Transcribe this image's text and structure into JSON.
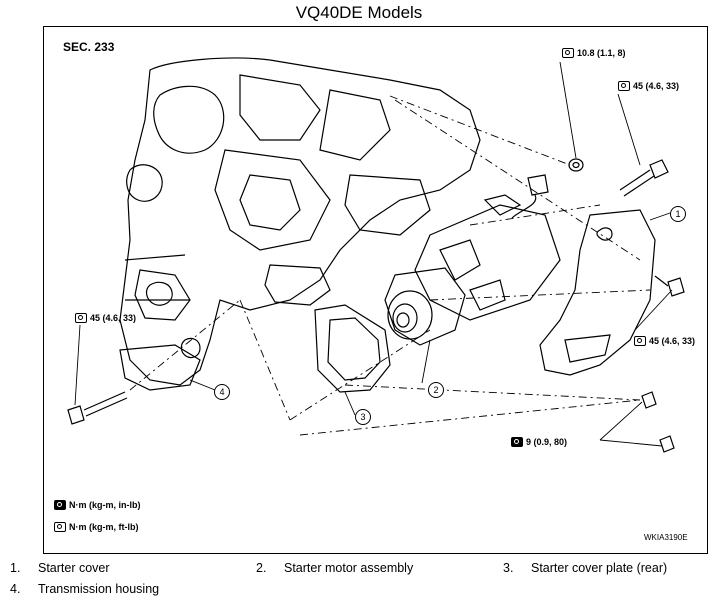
{
  "title": "VQ40DE Models",
  "section": "SEC. 233",
  "torques": {
    "top_nut": "10.8 (1.1, 8)",
    "top_bolt": "45 (4.6, 33)",
    "left_bolt": "45 (4.6, 33)",
    "right_bolt": "45 (4.6, 33)",
    "small_bolts": "9 (0.9, 80)"
  },
  "units": {
    "in_lb": "N·m (kg-m, in-lb)",
    "ft_lb": "N·m (kg-m, ft-lb)"
  },
  "callouts": [
    "1",
    "2",
    "3",
    "4"
  ],
  "figure_code": "WKIA3190E",
  "legend": [
    {
      "num": "1.",
      "label": "Starter cover"
    },
    {
      "num": "2.",
      "label": "Starter motor assembly"
    },
    {
      "num": "3.",
      "label": "Starter cover plate (rear)"
    },
    {
      "num": "4.",
      "label": "Transmission housing"
    }
  ]
}
